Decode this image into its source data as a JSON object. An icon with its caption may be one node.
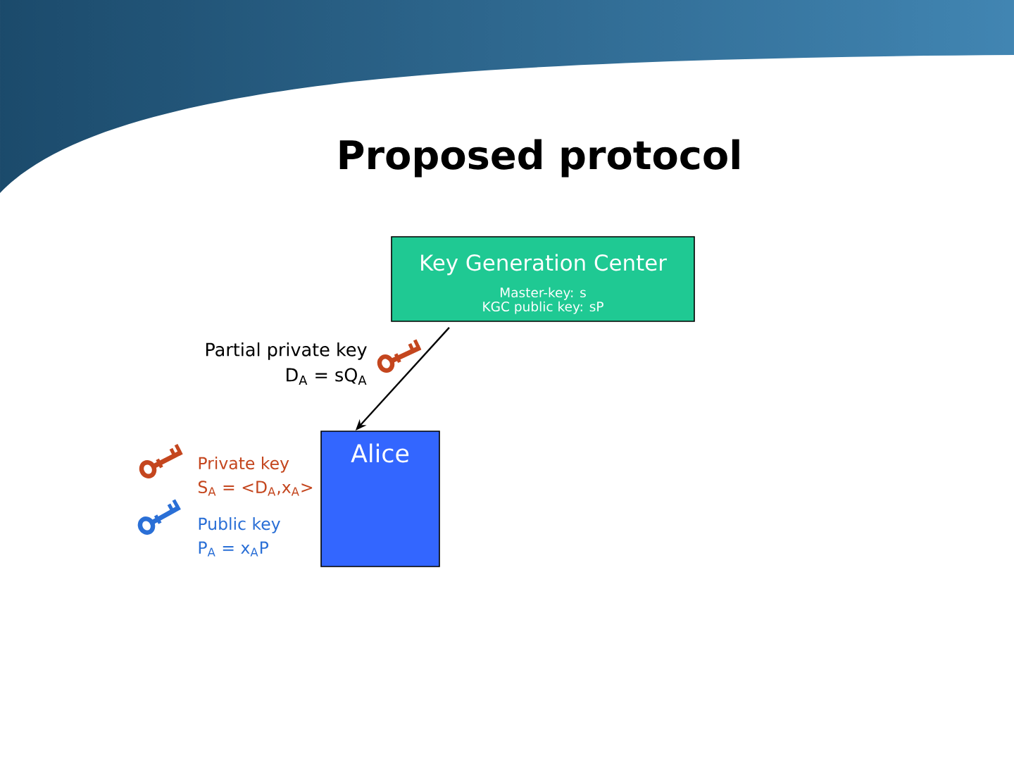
{
  "diagram": {
    "title": "Proposed protocol",
    "nodes": [
      {
        "text": [
          "Key Generation Center",
          "Master-key: s",
          "KGC public key: sP"
        ]
      },
      {
        "text": [
          "Alice"
        ],
        "beside": [
          "Private key S$_{A}$ = <D$_{A}$,x$_{A}$>",
          "Public key P$_{A}$ = x$_{A}$P"
        ]
      }
    ],
    "edges": [
      {
        "from": 0,
        "to": 1,
        "arrow": "to",
        "label": "Partial private key D$_{A}$ = sQ$_{A}$"
      }
    ]
  }
}
